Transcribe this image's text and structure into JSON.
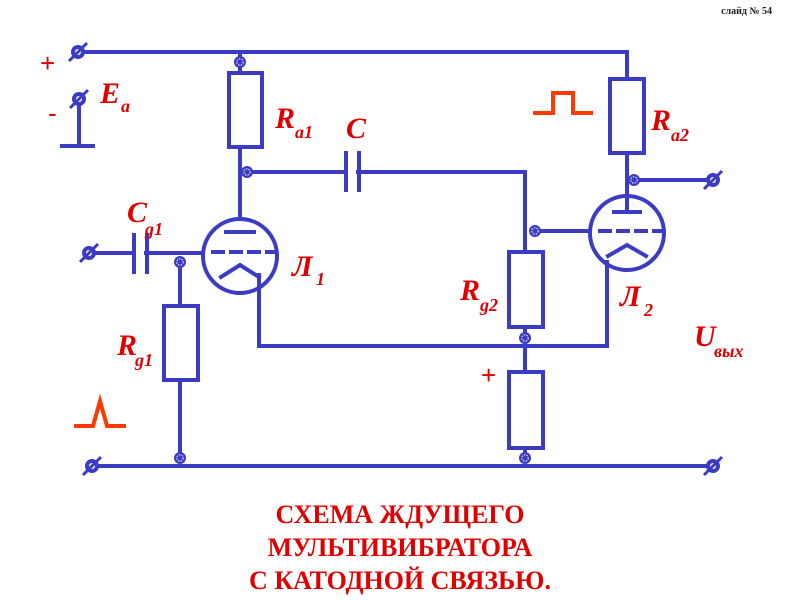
{
  "slide_number": "слайд № 54",
  "labels": {
    "plus_top": "+",
    "minus": "-",
    "plus_cathode": "+",
    "Ea": {
      "main": "E",
      "sub": "a"
    },
    "Ra1": {
      "main": "R",
      "sub": "a1"
    },
    "Ra2": {
      "main": "R",
      "sub": "a2"
    },
    "C": {
      "main": "C",
      "sub": ""
    },
    "Cg1": {
      "main": "C",
      "sub": "g1"
    },
    "Rg1": {
      "main": "R",
      "sub": "g1"
    },
    "Rg2": {
      "main": "R",
      "sub": "g2"
    },
    "L1": {
      "main": "Л",
      "sub": "1"
    },
    "L2": {
      "main": "Л",
      "sub": "2"
    },
    "Uout": {
      "main": "U",
      "sub": "вых"
    }
  },
  "title_lines": [
    "СХЕМА ЖДУЩЕГО",
    "МУЛЬТИВИБРАТОРА",
    "С КАТОДНОЙ СВЯЗЬЮ."
  ],
  "colors": {
    "wire": "#3b3bc4",
    "label": "#e00000",
    "pulse": "#ff3a00"
  }
}
